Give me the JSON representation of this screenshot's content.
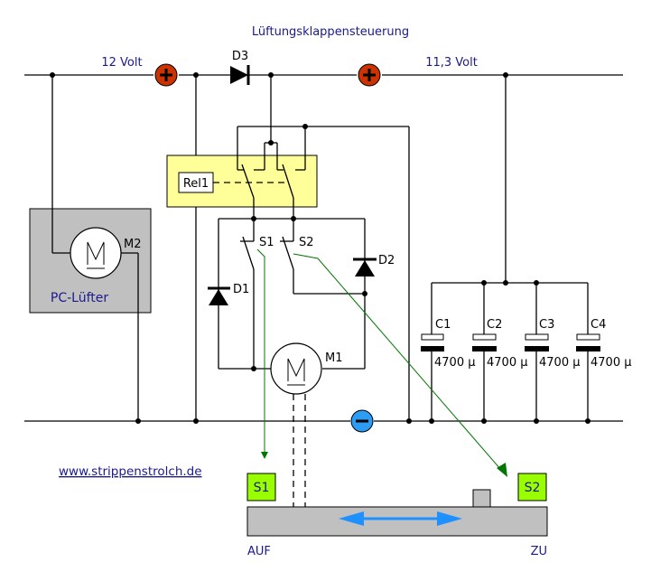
{
  "title": "Lüftungsklappensteuerung",
  "rails": {
    "supply_left_label": "12 Volt",
    "supply_right_label": "11,3 Volt"
  },
  "colors": {
    "title_blue": "#1a1a8c",
    "plus_terminal": "#cc3300",
    "minus_terminal": "#2d9cf5",
    "relay_box": "#ffff99",
    "fan_box": "#c0c0c0",
    "sensor_box": "#99ff00",
    "mechanism_arrow": "#1e90ff",
    "actuation_line": "#007700"
  },
  "components": {
    "diode_d3": "D3",
    "diode_d1": "D1",
    "diode_d2": "D2",
    "relay": "Rel1",
    "switch_s1": "S1",
    "switch_s2": "S2",
    "motor_m1": "M1",
    "motor_m2": "M2",
    "motor_symbol": "M",
    "fan_label": "PC-Lüfter",
    "capacitors": [
      {
        "name": "C1",
        "value": "4700 µ"
      },
      {
        "name": "C2",
        "value": "4700 µ"
      },
      {
        "name": "C3",
        "value": "4700 µ"
      },
      {
        "name": "C4",
        "value": "4700 µ"
      }
    ]
  },
  "terminals": {
    "plus_icon": "plus-terminal-icon",
    "minus_icon": "minus-terminal-icon"
  },
  "mechanism": {
    "sensor_left": "S1",
    "sensor_right": "S2",
    "label_left": "AUF",
    "label_right": "ZU"
  },
  "website": "www.strippenstrolch.de"
}
